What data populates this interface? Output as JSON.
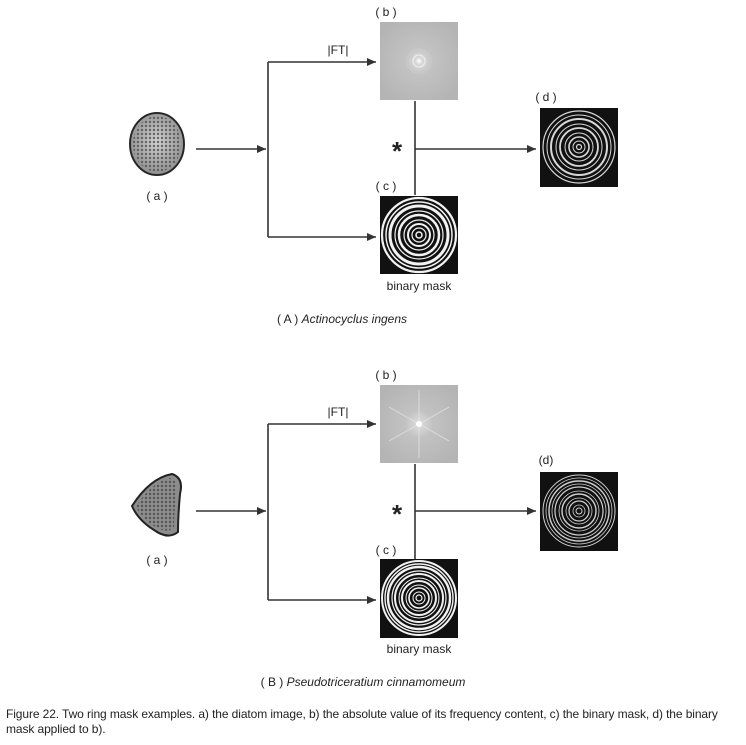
{
  "panels": [
    {
      "id": "A",
      "label_a": "( a )",
      "label_b": "( b )",
      "label_c": "( c )",
      "label_d": "( d )",
      "ft_label": "|FT|",
      "operator": "*",
      "mask_label": "binary mask",
      "title_prefix": "( A ) ",
      "title_species": "Actinocyclus ingens"
    },
    {
      "id": "B",
      "label_a": "( a )",
      "label_b": "( b )",
      "label_c": "( c )",
      "label_d": "(d)",
      "ft_label": "|FT|",
      "operator": "*",
      "mask_label": "binary mask",
      "title_prefix": "( B ) ",
      "title_species": "Pseudotriceratium cinnamomeum"
    }
  ],
  "caption": "Figure 22. Two ring mask examples. a) the diatom image, b) the absolute value of its frequency content, c) the binary mask, d) the binary mask applied to b).",
  "colors": {
    "line": "#333333",
    "ft_bg": "#b8b8b8",
    "mask_bg": "#111111",
    "ring": "#f2f2f2"
  }
}
